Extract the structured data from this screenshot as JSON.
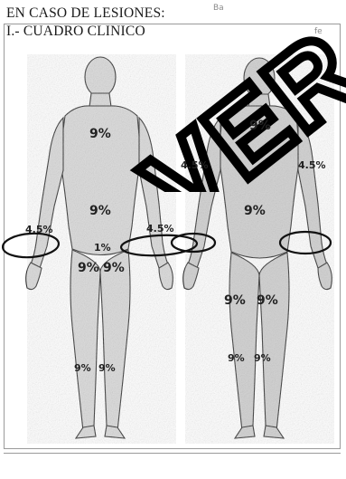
{
  "heading": {
    "line1": "EN CASO DE LESIONES:",
    "line2": "I.- CUADRO CLINICO"
  },
  "watermark": {
    "text": "VER"
  },
  "front_figure": {
    "chest": "9%",
    "abdomen": "9%",
    "left_arm": "4.5%",
    "right_arm": "4.5%",
    "groin": "1%",
    "left_thigh": "9%",
    "right_thigh": "9%",
    "left_leg": "9%",
    "right_leg": "9%"
  },
  "back_figure": {
    "upper_back": "9%",
    "lower_back": "9%",
    "left_arm": "4.5%",
    "right_arm": "4.5%",
    "left_thigh": "9%",
    "right_thigh": "9%",
    "left_leg": "9%",
    "right_leg": "9%"
  },
  "corner_text": {
    "top_left": "Ba",
    "top_right": "fe"
  },
  "colors": {
    "ink": "#1a1a1a",
    "body_fill": "#d9d9d9",
    "body_shade": "#b7b7b7",
    "frame": "#9a9a9a"
  }
}
